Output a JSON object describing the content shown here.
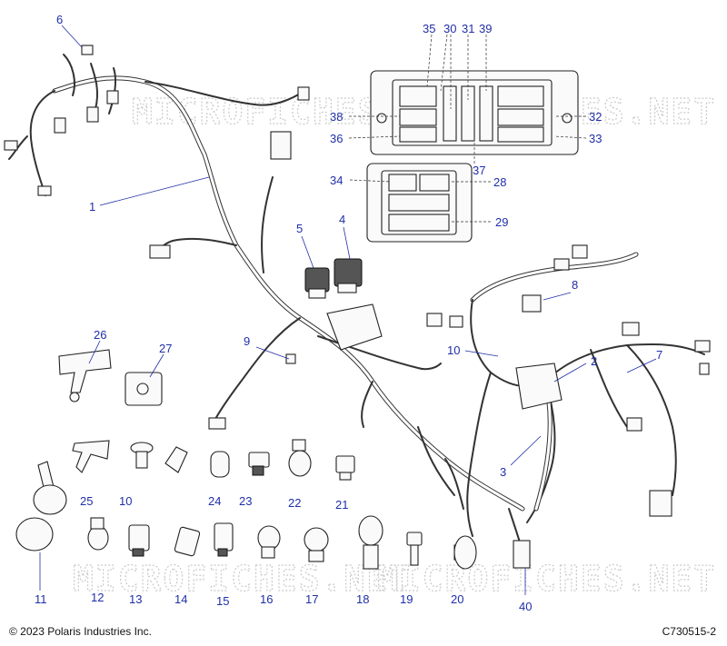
{
  "watermark": "MICROFICHES.NET",
  "footer": {
    "copyright": "© 2023 Polaris Industries Inc.",
    "figure_id": "C730515-2"
  },
  "callouts": [
    "1",
    "2",
    "3",
    "4",
    "5",
    "6",
    "7",
    "8",
    "9",
    "10",
    "10",
    "11",
    "12",
    "13",
    "14",
    "15",
    "16",
    "17",
    "18",
    "19",
    "20",
    "21",
    "22",
    "23",
    "24",
    "25",
    "26",
    "27",
    "28",
    "29",
    "30",
    "31",
    "32",
    "33",
    "34",
    "35",
    "36",
    "37",
    "38",
    "39",
    "40"
  ]
}
